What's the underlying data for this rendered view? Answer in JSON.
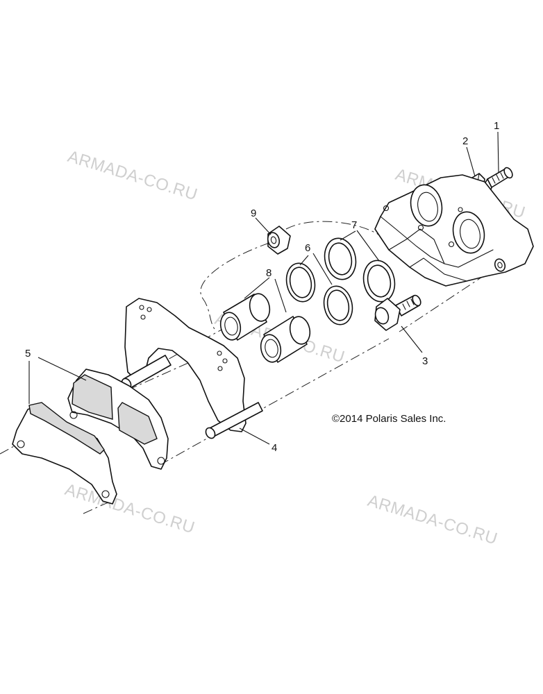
{
  "diagram": {
    "callouts": [
      "1",
      "2",
      "3",
      "4",
      "5",
      "6",
      "7",
      "8",
      "9"
    ],
    "copyright": "©2014 Polaris Sales Inc.",
    "watermark": "ARMADA-CO.RU"
  }
}
